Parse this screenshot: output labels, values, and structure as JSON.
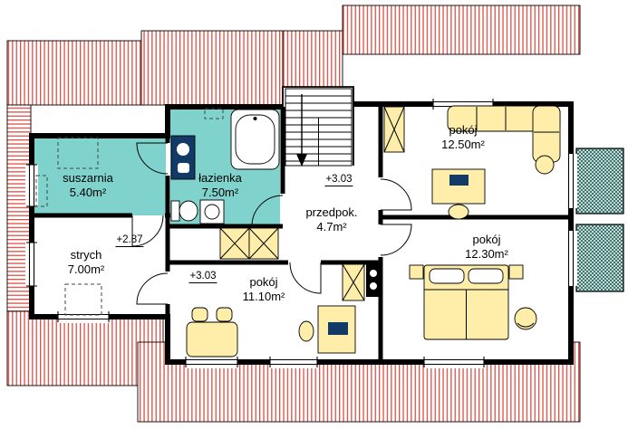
{
  "rooms": [
    {
      "name": "suszarnia",
      "area": "5.40m²"
    },
    {
      "name": "łazienka",
      "area": "7.50m²"
    },
    {
      "name": "przedpok.",
      "area": "4.7m²"
    },
    {
      "name": "pokój",
      "area": "11.10m²"
    },
    {
      "name": "pokój",
      "area": "12.50m²"
    },
    {
      "name": "pokój",
      "area": "12.30m²"
    },
    {
      "name": "strych",
      "area": "7.00m²"
    }
  ],
  "levels": [
    "+2.87",
    "+3.03",
    "+3.03"
  ],
  "colors": {
    "roof_hatch": "#dd4f44",
    "wet_room_floor": "#7fd3cc",
    "furniture": "#ffeeaa",
    "wall": "#000000",
    "balcony_hatch": "#2a6b62"
  }
}
